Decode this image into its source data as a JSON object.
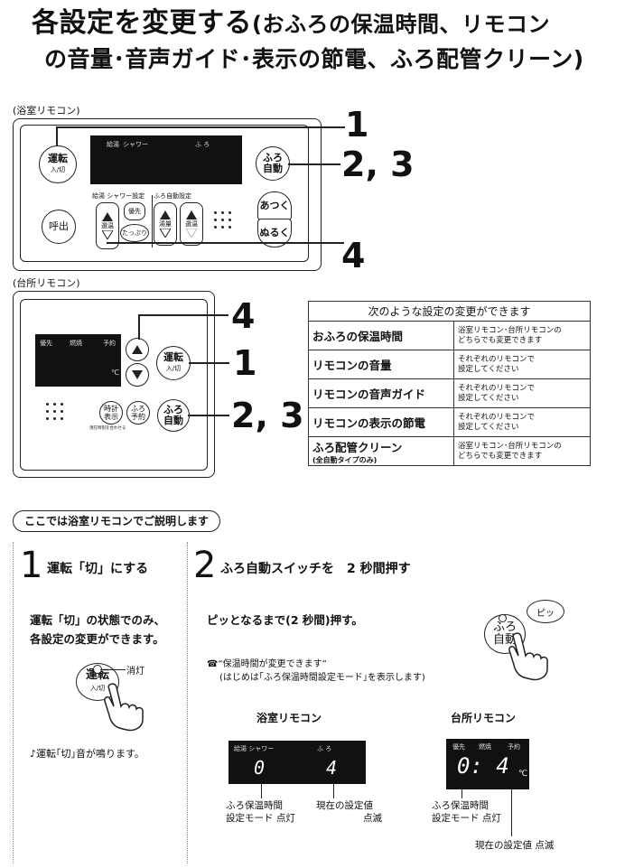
{
  "title": {
    "main1": "各設定を変更する",
    "paren1": "(おふろの保温時間、リモコン",
    "line2": "の音量･音声ガイド･表示の節電、ふろ配管クリーン)"
  },
  "bath_remote": {
    "label": "(浴室リモコン)",
    "lcd_labels": [
      "給湯",
      "シャワー",
      "ふ ろ"
    ],
    "power_btn": "運転",
    "power_sub": "入/切",
    "call_btn": "呼出",
    "furo_btn_1": "ふろ",
    "furo_btn_2": "自動",
    "section_left": "給湯 シャワー設定",
    "section_right": "ふろ自動設定",
    "yusen_btn": "優先",
    "tappuri_btn": "たっぷり",
    "senon_btn": "選温",
    "yuryo_btn": "湯量",
    "hotter_btn": "あつく",
    "cooler_btn": "ぬるく"
  },
  "kitchen_remote": {
    "label": "(台所リモコン)",
    "lcd_labels": [
      "優先",
      "燃焼",
      "予約"
    ],
    "lcd_unit": "℃",
    "power_btn": "運転",
    "power_sub": "入/切",
    "clock_btn_1": "時計",
    "clock_btn_2": "表示",
    "clock_sub": "現在時刻を合わせる",
    "reserve_btn_1": "ふろ",
    "reserve_btn_2": "予約",
    "furo_btn_1": "ふろ",
    "furo_btn_2": "自動"
  },
  "callouts": {
    "bath_1": "1",
    "bath_23": "2, 3",
    "bath_4": "4",
    "kit_4": "4",
    "kit_1": "1",
    "kit_23": "2, 3"
  },
  "settings_table": {
    "header": "次のような設定の変更ができます",
    "rows": [
      {
        "name": "おふろの保温時間",
        "note": "",
        "desc1": "浴室リモコン･台所リモコンの",
        "desc2": "どちらでも変更できます"
      },
      {
        "name": "リモコンの音量",
        "note": "",
        "desc1": "それぞれのリモコンで",
        "desc2": "設定してください"
      },
      {
        "name": "リモコンの音声ガイド",
        "note": "",
        "desc1": "それぞれのリモコンで",
        "desc2": "設定してください"
      },
      {
        "name": "リモコンの表示の節電",
        "note": "",
        "desc1": "それぞれのリモコンで",
        "desc2": "設定してください"
      },
      {
        "name": "ふろ配管クリーン",
        "note": "(全自動タイプのみ)",
        "desc1": "浴室リモコン･台所リモコンの",
        "desc2": "どちらでも変更できます"
      }
    ]
  },
  "explain_badge": "ここでは浴室リモコンでご説明します",
  "step1": {
    "num": "1",
    "title": "運転「切」にする",
    "body1": "運転「切」の状態でのみ、",
    "body2": "各設定の変更ができます。",
    "btn": "運転",
    "btn_sub": "入/切",
    "light_off": "消灯",
    "sound_note": "♪運転｢切｣音が鳴ります。"
  },
  "step2": {
    "num": "2",
    "title": "ふろ自動スイッチを　2 秒間押す",
    "body": "ピッとなるまで(2 秒間)押す。",
    "beep": "ピッ",
    "btn_1": "ふろ",
    "btn_2": "自動",
    "note1": "“保温時間が変更できます”",
    "note2": "(はじめは｢ふろ保温時間設定モード｣を表示します)",
    "bath_heading": "浴室リモコン",
    "kitchen_heading": "台所リモコン",
    "bath_lcd_labels": [
      "給湯 シャワー",
      "ふ ろ"
    ],
    "bath_lcd_left": "0",
    "bath_lcd_right": "4",
    "kitchen_lcd_labels": [
      "優先",
      "燃焼",
      "予約"
    ],
    "kitchen_lcd_value": "0: 4",
    "kitchen_lcd_unit": "℃",
    "cap_mode_1": "ふろ保温時間",
    "cap_mode_2": "設定モード 点灯",
    "cap_current_1": "現在の設定値",
    "cap_current_2": "点滅",
    "kit_cap_mode_1": "ふろ保温時間",
    "kit_cap_mode_2": "設定モード 点灯",
    "kit_cap_current": "現在の設定値 点滅"
  }
}
